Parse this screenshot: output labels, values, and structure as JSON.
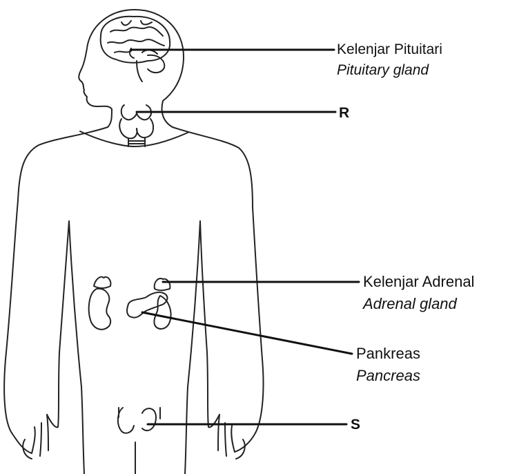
{
  "labels": {
    "pituitary": {
      "malay": "Kelenjar Pituitari",
      "english": "Pituitary gland"
    },
    "r": "R",
    "adrenal": {
      "malay": "Kelenjar Adrenal",
      "english": "Adrenal gland"
    },
    "pancreas": {
      "malay": "Pankreas",
      "english": "Pancreas"
    },
    "s": "S"
  },
  "colors": {
    "ink": "#111111",
    "background": "#ffffff"
  }
}
